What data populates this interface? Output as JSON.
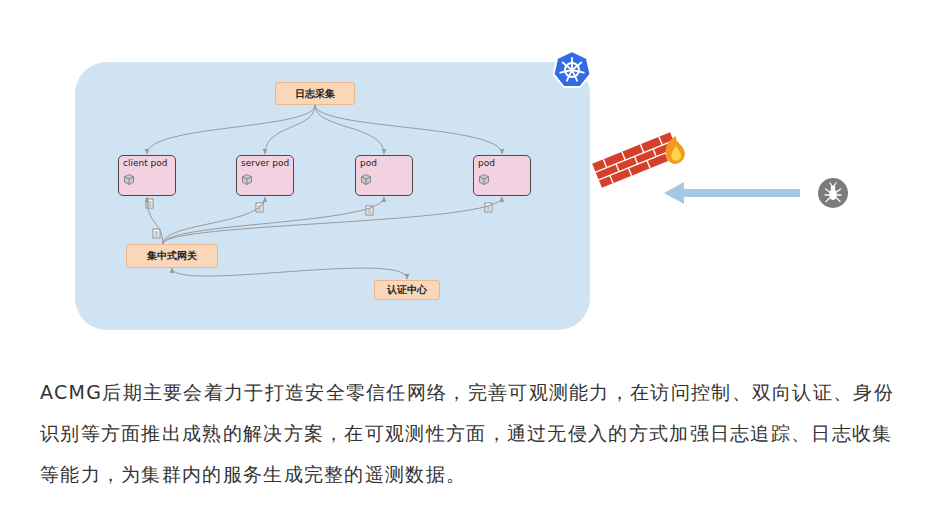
{
  "diagram": {
    "caption": "ACMG后期主要会着力于打造安全零信任网络，完善可观测能力，在访问控制、双向认证、身份识别等方面推出成熟的解决方案，在可观测性方面，通过无侵入的方式加强日志追踪、日志收集等能力，为集群内的服务生成完整的遥测数据。",
    "nodes": [
      {
        "text": [
          "日志采集"
        ]
      },
      {
        "text": [
          "client pod"
        ]
      },
      {
        "text": [
          "server pod"
        ]
      },
      {
        "text": [
          "pod"
        ]
      },
      {
        "text": [
          "pod"
        ]
      },
      {
        "text": [
          "集中式网关"
        ]
      },
      {
        "text": [
          "认证中心"
        ]
      }
    ],
    "edges": [
      {
        "from": 0,
        "to": 1,
        "arrow": "to"
      },
      {
        "from": 0,
        "to": 2,
        "arrow": "to"
      },
      {
        "from": 0,
        "to": 3,
        "arrow": "to"
      },
      {
        "from": 0,
        "to": 4,
        "arrow": "to"
      },
      {
        "from": 5,
        "to": 1,
        "arrow": "to"
      },
      {
        "from": 5,
        "to": 2,
        "arrow": "to"
      },
      {
        "from": 5,
        "to": 3,
        "arrow": "to"
      },
      {
        "from": 5,
        "to": 4,
        "arrow": "to"
      },
      {
        "from": 5,
        "to": 6,
        "arrow": "both"
      }
    ]
  }
}
